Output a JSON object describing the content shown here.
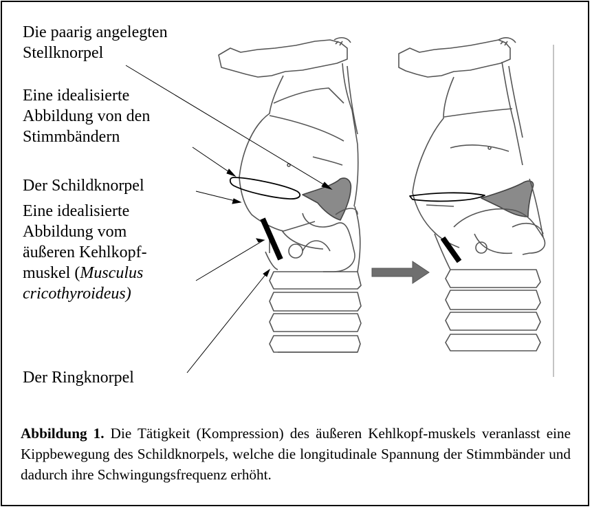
{
  "labels": {
    "arytenoid": [
      "Die paarig angelegten",
      "Stellknorpel"
    ],
    "vocal_folds": [
      "Eine idealisierte",
      "Abbildung von den",
      "Stimmbändern"
    ],
    "thyroid": [
      "Der Schildknorpel"
    ],
    "muscle": [
      "Eine idealisierte",
      "Abbildung vom",
      "äußeren Kehlkopf-",
      "muskel ("
    ],
    "muscle_latin_1": "Musculus",
    "muscle_latin_2": "cricothyroideus)",
    "cricoid": [
      "Der Ringknorpel"
    ]
  },
  "caption": {
    "lead": "Abbildung 1.",
    "text": " Die Tätigkeit (Kompression) des äußeren Kehlkopf-muskels veranlasst eine Kippbewegung des Schildknorpels, welche die longitudinale Spannung der Stimmbänder und dadurch ihre Schwingungsfrequenz erhöht."
  },
  "colors": {
    "line": "#555555",
    "shade": "#8a8a8a",
    "arrow": "#6f6f6f",
    "muscle_bar": "#000000"
  }
}
